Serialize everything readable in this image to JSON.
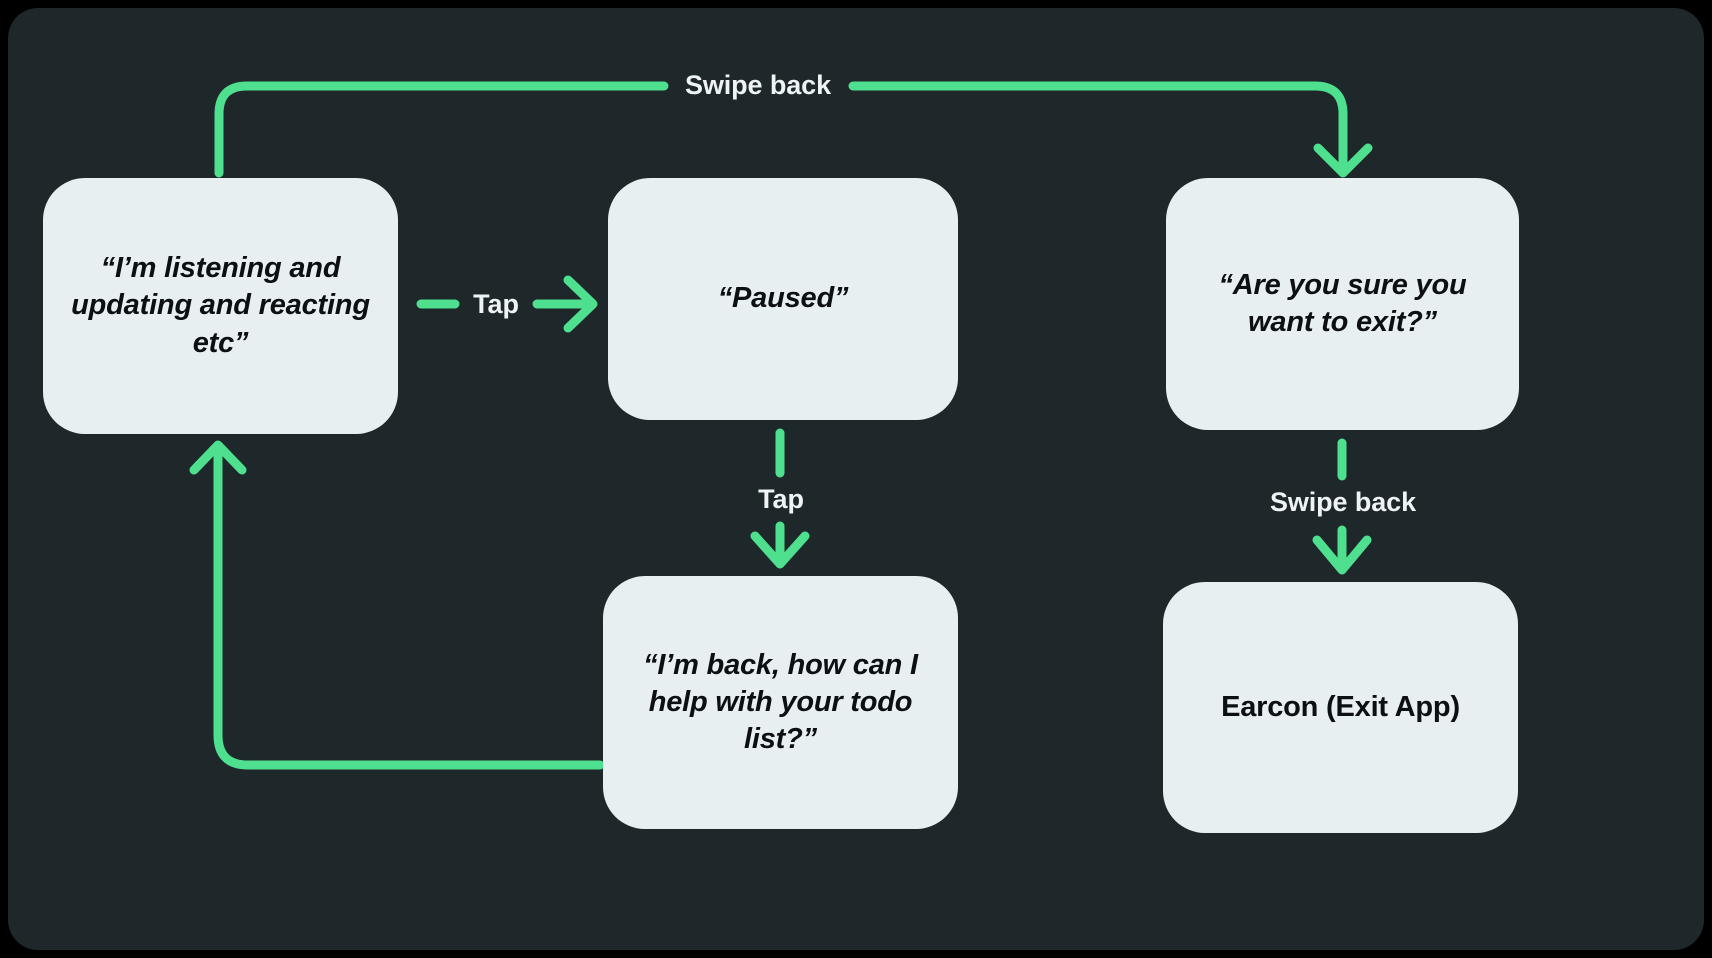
{
  "theme": {
    "background": "#000000",
    "canvas": "#1E272A",
    "node_fill": "#E8EFF0",
    "node_text": "#0C1012",
    "accent_green": "#4EE08E",
    "edge_label_text": "#EEF3F4"
  },
  "diagram": {
    "type": "flow",
    "nodes": [
      {
        "id": "listening",
        "label": "“I’m listening and updating and reacting etc”",
        "style": "italic"
      },
      {
        "id": "paused",
        "label": "“Paused”",
        "style": "italic"
      },
      {
        "id": "confirm",
        "label": "“Are you sure you want to exit?”",
        "style": "italic"
      },
      {
        "id": "back",
        "label": "“I’m back, how can I help with your todo list?”",
        "style": "italic"
      },
      {
        "id": "earcon",
        "label": "Earcon (Exit App)",
        "style": "plain"
      }
    ],
    "edges": [
      {
        "id": "listening-to-confirm",
        "from": "listening",
        "to": "confirm",
        "label": "Swipe back"
      },
      {
        "id": "listening-to-paused",
        "from": "listening",
        "to": "paused",
        "label": "Tap"
      },
      {
        "id": "paused-to-back",
        "from": "paused",
        "to": "back",
        "label": "Tap"
      },
      {
        "id": "confirm-to-earcon",
        "from": "confirm",
        "to": "earcon",
        "label": "Swipe back"
      },
      {
        "id": "back-to-listening",
        "from": "back",
        "to": "listening",
        "label": ""
      }
    ]
  }
}
